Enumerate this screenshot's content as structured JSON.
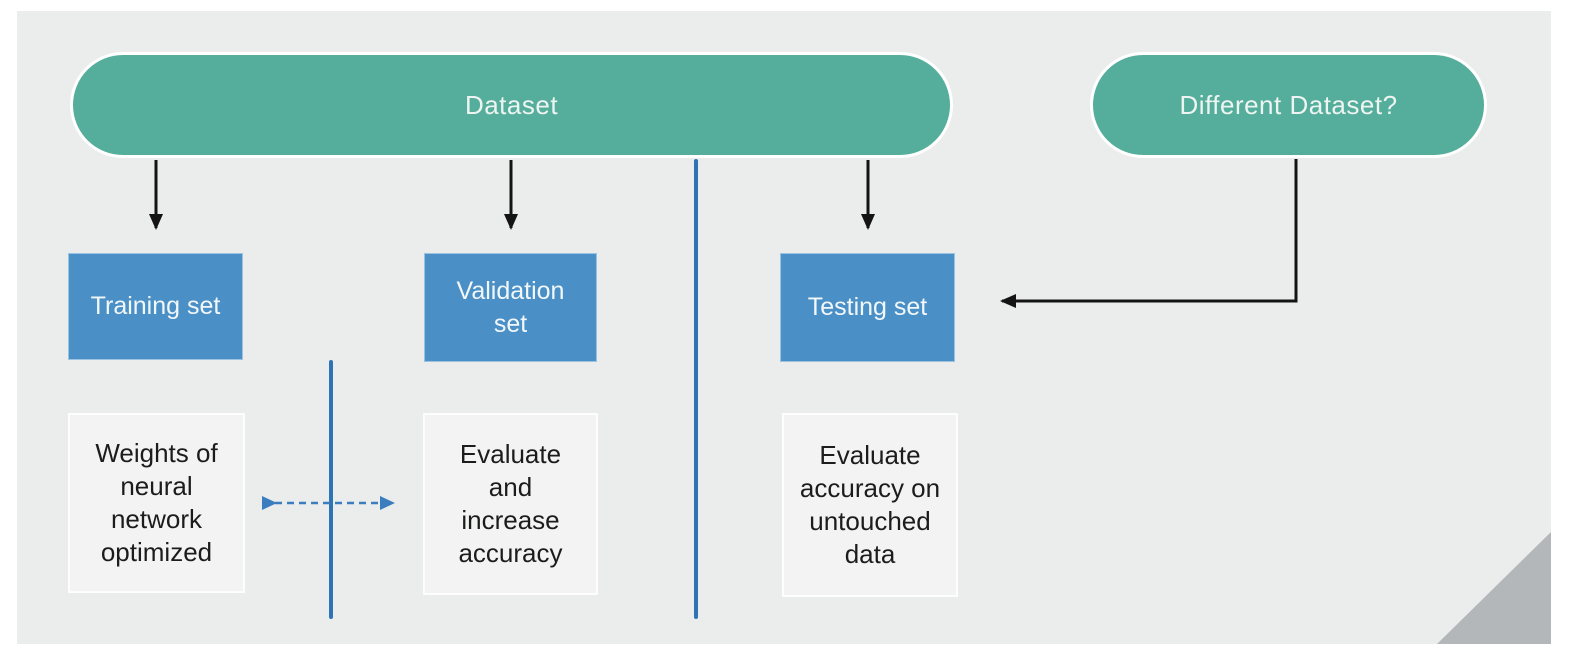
{
  "diagram": {
    "dataset_pill": {
      "label": "Dataset"
    },
    "different_dataset_pill": {
      "label": "Different Dataset?"
    },
    "columns": [
      {
        "set_label": "Training set",
        "note": "Weights of\nneural\nnetwork\noptimized"
      },
      {
        "set_label": "Validation\nset",
        "note": "Evaluate\nand\nincrease\naccuracy"
      },
      {
        "set_label": "Testing set",
        "note": "Evaluate\naccuracy on\nuntouched\ndata"
      }
    ],
    "colors": {
      "pill_fill": "#55ae9b",
      "set_box_fill": "#4a90c6",
      "divider_blue": "#2e74b5",
      "dashed_arrow_blue": "#3c7dc0",
      "connector_black": "#141414",
      "canvas_bg": "#ebedec",
      "note_box_fill": "#f2f3f2",
      "note_box_border": "#fdfdfd",
      "corner_triangle_gray": "#b4b7ba",
      "page_bg": "#ffffff"
    }
  }
}
